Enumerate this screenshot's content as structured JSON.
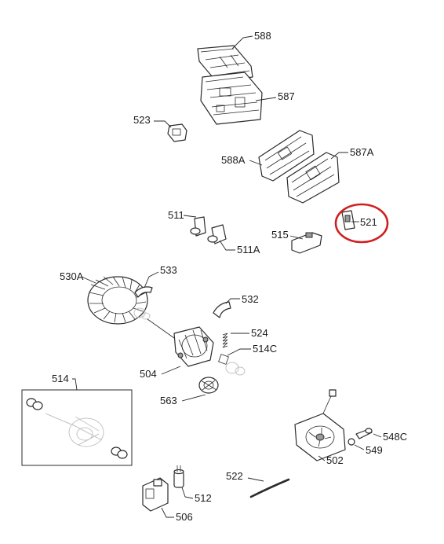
{
  "labels": {
    "p588": "588",
    "p587": "587",
    "p523": "523",
    "p588a": "588A",
    "p587a": "587A",
    "p511": "511",
    "p511a": "511A",
    "p515": "515",
    "p521": "521",
    "p530a": "530A",
    "p533": "533",
    "p532": "532",
    "p524": "524",
    "p514c": "514C",
    "p504": "504",
    "p514": "514",
    "p563": "563",
    "p502": "502",
    "p548c": "548C",
    "p549": "549",
    "p522": "522",
    "p512": "512",
    "p506": "506"
  },
  "colors": {
    "line": "#2a2a2a",
    "highlight": "#d11f1f",
    "ghost": "#c4c4c4"
  },
  "highlighted_part": "521"
}
